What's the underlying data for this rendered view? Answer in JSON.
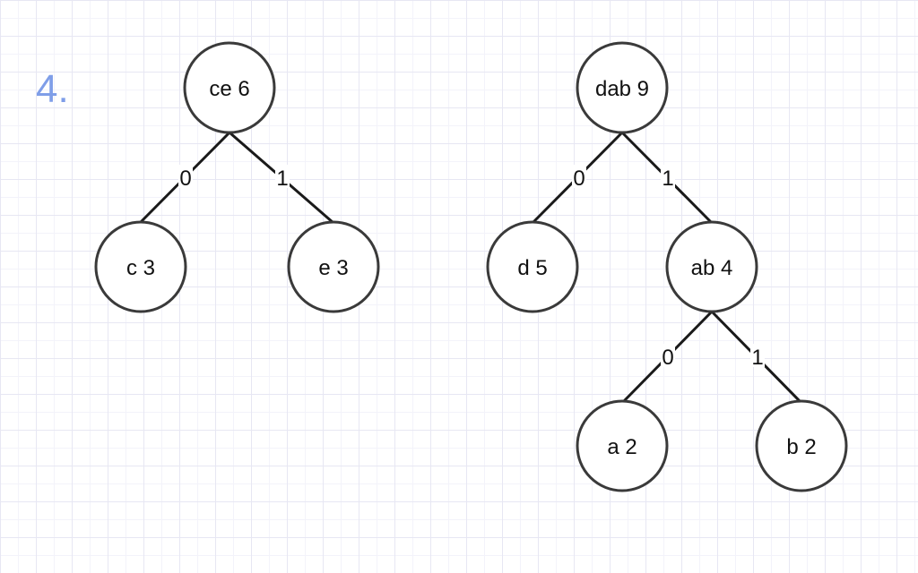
{
  "step_number": "4.",
  "colors": {
    "step_number": "#7f9ee8",
    "node_stroke": "#3a3a3a",
    "edge": "#1a1a1a"
  },
  "nodes": {
    "ce6": "ce 6",
    "c3": "c 3",
    "e3": "e 3",
    "dab9": "dab 9",
    "d5": "d 5",
    "ab4": "ab 4",
    "a2": "a 2",
    "b2": "b 2"
  },
  "edges": {
    "ce6_c3": "0",
    "ce6_e3": "1",
    "dab9_d5": "0",
    "dab9_ab4": "1",
    "ab4_a2": "0",
    "ab4_b2": "1"
  }
}
